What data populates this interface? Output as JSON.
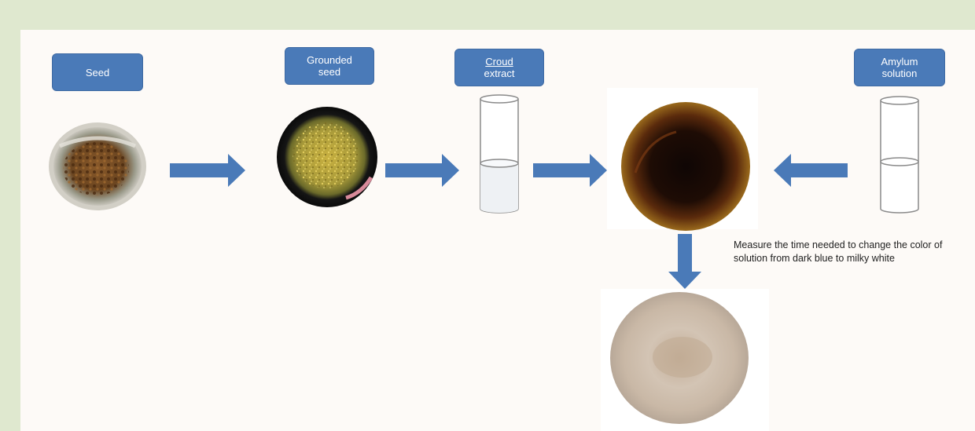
{
  "labels": {
    "seed": "Seed",
    "grounded_seed": "Grounded\nseed",
    "croud_extract_line1": "Croud",
    "croud_extract_line2": "extract",
    "amylum_solution": "Amylum\nsolution"
  },
  "note": "Measure the time needed to change the color of solution from dark blue to milky white",
  "colors": {
    "label_fill": "#4a7ab8",
    "arrow_fill": "#4a7ab8",
    "outer_background": "#dfe8cf",
    "panel_background": "#fdfaf7"
  },
  "icons": [
    "seed-jar-photo",
    "ground-seed-jar-photo",
    "extract-cylinder-icon",
    "dark-solution-photo",
    "milky-solution-photo",
    "amylum-cylinder-icon",
    "arrow-icon"
  ]
}
